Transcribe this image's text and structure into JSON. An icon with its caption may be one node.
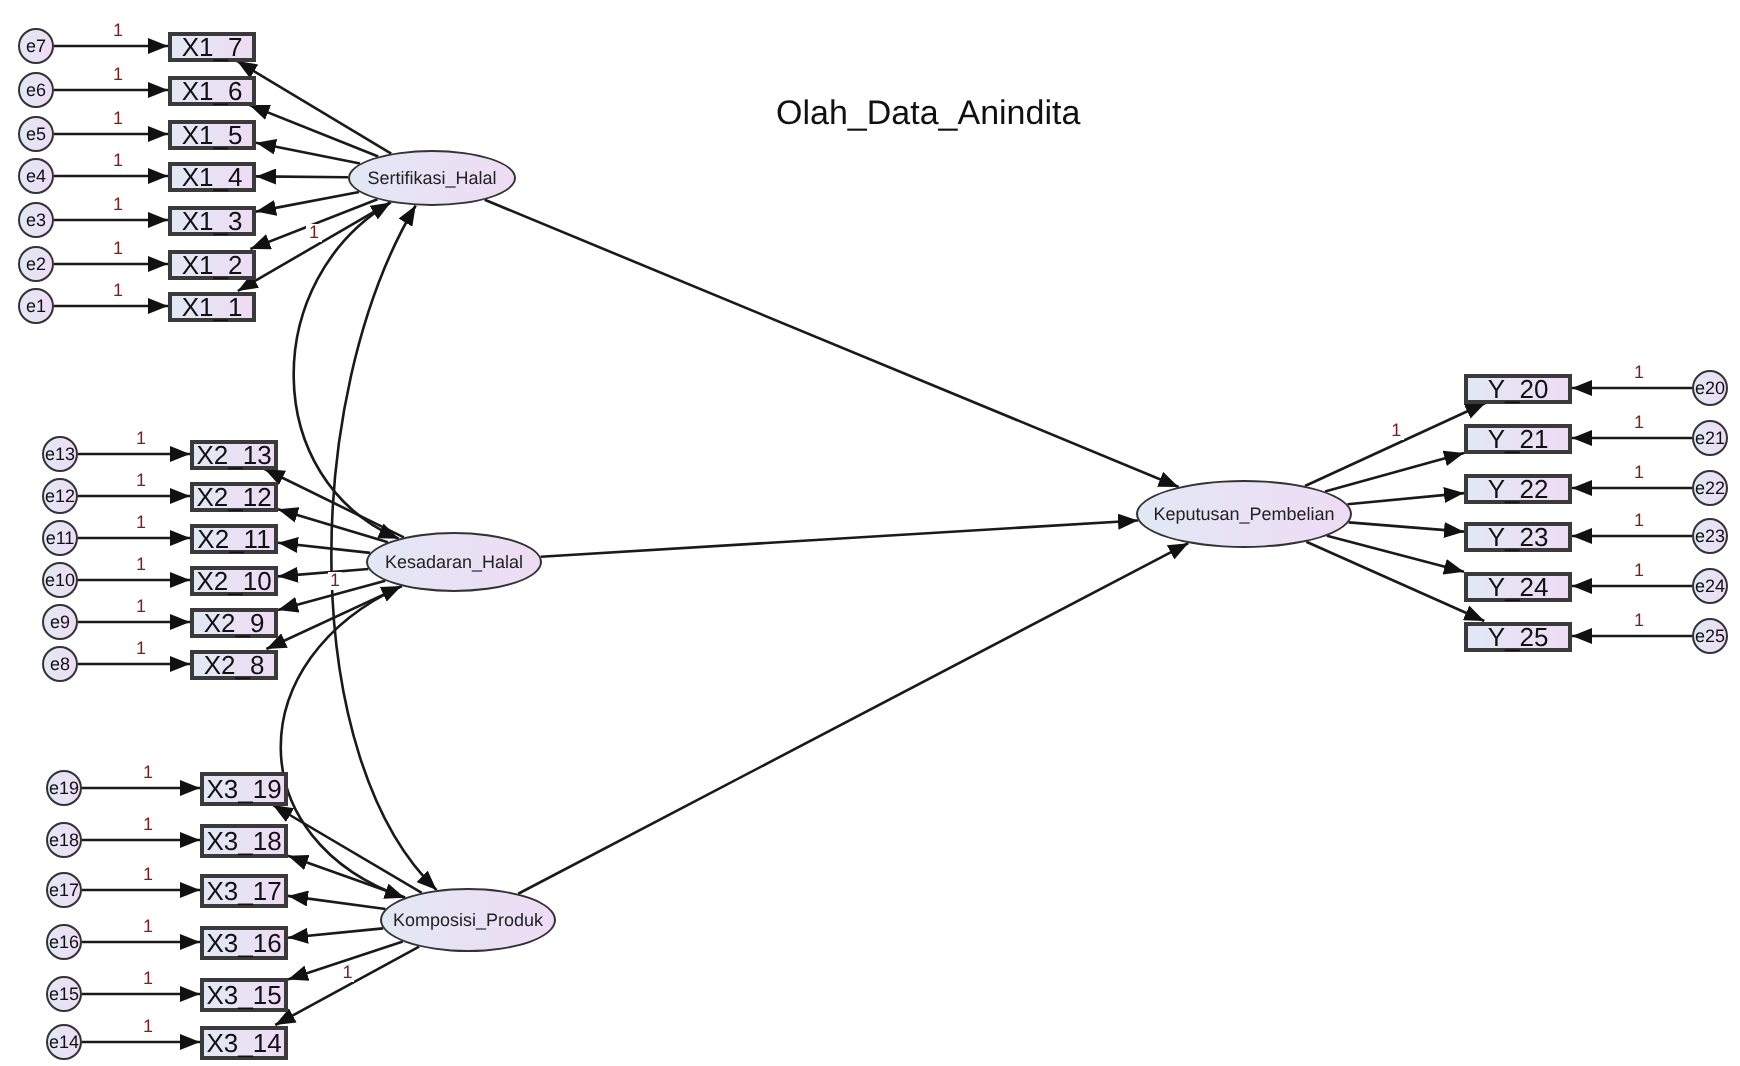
{
  "diagram": {
    "title": "Olah_Data_Anindita",
    "nodes": [
      {
        "text": [
          "Sertifikasi_Halal"
        ]
      },
      {
        "text": [
          "X1_7"
        ]
      },
      {
        "text": [
          "X1_6"
        ]
      },
      {
        "text": [
          "X1_5"
        ]
      },
      {
        "text": [
          "X1_4"
        ]
      },
      {
        "text": [
          "X1_3"
        ]
      },
      {
        "text": [
          "X1_2"
        ]
      },
      {
        "text": [
          "X1_1"
        ]
      },
      {
        "text": [
          "e7"
        ]
      },
      {
        "text": [
          "e6"
        ]
      },
      {
        "text": [
          "e5"
        ]
      },
      {
        "text": [
          "e4"
        ]
      },
      {
        "text": [
          "e3"
        ]
      },
      {
        "text": [
          "e2"
        ]
      },
      {
        "text": [
          "e1"
        ]
      },
      {
        "text": [
          "Kesadaran_Halal"
        ]
      },
      {
        "text": [
          "X2_13"
        ]
      },
      {
        "text": [
          "X2_12"
        ]
      },
      {
        "text": [
          "X2_11"
        ]
      },
      {
        "text": [
          "X2_10"
        ]
      },
      {
        "text": [
          "X2_9"
        ]
      },
      {
        "text": [
          "X2_8"
        ]
      },
      {
        "text": [
          "e13"
        ]
      },
      {
        "text": [
          "e12"
        ]
      },
      {
        "text": [
          "e11"
        ]
      },
      {
        "text": [
          "e10"
        ]
      },
      {
        "text": [
          "e9"
        ]
      },
      {
        "text": [
          "e8"
        ]
      },
      {
        "text": [
          "Komposisi_Produk"
        ]
      },
      {
        "text": [
          "X3_19"
        ]
      },
      {
        "text": [
          "X3_18"
        ]
      },
      {
        "text": [
          "X3_17"
        ]
      },
      {
        "text": [
          "X3_16"
        ]
      },
      {
        "text": [
          "X3_15"
        ]
      },
      {
        "text": [
          "X3_14"
        ]
      },
      {
        "text": [
          "e19"
        ]
      },
      {
        "text": [
          "e18"
        ]
      },
      {
        "text": [
          "e17"
        ]
      },
      {
        "text": [
          "e16"
        ]
      },
      {
        "text": [
          "e15"
        ]
      },
      {
        "text": [
          "e14"
        ]
      },
      {
        "text": [
          "Keputusan_Pembelian"
        ]
      },
      {
        "text": [
          "Y_20"
        ]
      },
      {
        "text": [
          "Y_21"
        ]
      },
      {
        "text": [
          "Y_22"
        ]
      },
      {
        "text": [
          "Y_23"
        ]
      },
      {
        "text": [
          "Y_24"
        ]
      },
      {
        "text": [
          "Y_25"
        ]
      },
      {
        "text": [
          "e20"
        ]
      },
      {
        "text": [
          "e21"
        ]
      },
      {
        "text": [
          "e22"
        ]
      },
      {
        "text": [
          "e23"
        ]
      },
      {
        "text": [
          "e24"
        ]
      },
      {
        "text": [
          "e25"
        ]
      }
    ],
    "edges": [
      {
        "from": 8,
        "to": 1,
        "arrow": "to",
        "label": "1"
      },
      {
        "from": 9,
        "to": 2,
        "arrow": "to",
        "label": "1"
      },
      {
        "from": 10,
        "to": 3,
        "arrow": "to",
        "label": "1"
      },
      {
        "from": 11,
        "to": 4,
        "arrow": "to",
        "label": "1"
      },
      {
        "from": 12,
        "to": 5,
        "arrow": "to",
        "label": "1"
      },
      {
        "from": 13,
        "to": 6,
        "arrow": "to",
        "label": "1"
      },
      {
        "from": 14,
        "to": 7,
        "arrow": "to",
        "label": "1"
      },
      {
        "from": 0,
        "to": 1,
        "arrow": "to"
      },
      {
        "from": 0,
        "to": 2,
        "arrow": "to"
      },
      {
        "from": 0,
        "to": 3,
        "arrow": "to"
      },
      {
        "from": 0,
        "to": 4,
        "arrow": "to"
      },
      {
        "from": 0,
        "to": 5,
        "arrow": "to"
      },
      {
        "from": 0,
        "to": 6,
        "arrow": "to"
      },
      {
        "from": 0,
        "to": 7,
        "arrow": "to",
        "label": "1"
      },
      {
        "from": 22,
        "to": 16,
        "arrow": "to",
        "label": "1"
      },
      {
        "from": 23,
        "to": 17,
        "arrow": "to",
        "label": "1"
      },
      {
        "from": 24,
        "to": 18,
        "arrow": "to",
        "label": "1"
      },
      {
        "from": 25,
        "to": 19,
        "arrow": "to",
        "label": "1"
      },
      {
        "from": 26,
        "to": 20,
        "arrow": "to",
        "label": "1"
      },
      {
        "from": 27,
        "to": 21,
        "arrow": "to",
        "label": "1"
      },
      {
        "from": 15,
        "to": 16,
        "arrow": "to"
      },
      {
        "from": 15,
        "to": 17,
        "arrow": "to"
      },
      {
        "from": 15,
        "to": 18,
        "arrow": "to"
      },
      {
        "from": 15,
        "to": 19,
        "arrow": "to"
      },
      {
        "from": 15,
        "to": 20,
        "arrow": "to",
        "label": "1"
      },
      {
        "from": 15,
        "to": 21,
        "arrow": "to"
      },
      {
        "from": 35,
        "to": 29,
        "arrow": "to",
        "label": "1"
      },
      {
        "from": 36,
        "to": 30,
        "arrow": "to",
        "label": "1"
      },
      {
        "from": 37,
        "to": 31,
        "arrow": "to",
        "label": "1"
      },
      {
        "from": 38,
        "to": 32,
        "arrow": "to",
        "label": "1"
      },
      {
        "from": 39,
        "to": 33,
        "arrow": "to",
        "label": "1"
      },
      {
        "from": 40,
        "to": 34,
        "arrow": "to",
        "label": "1"
      },
      {
        "from": 28,
        "to": 29,
        "arrow": "to"
      },
      {
        "from": 28,
        "to": 30,
        "arrow": "to"
      },
      {
        "from": 28,
        "to": 31,
        "arrow": "to"
      },
      {
        "from": 28,
        "to": 32,
        "arrow": "to"
      },
      {
        "from": 28,
        "to": 33,
        "arrow": "to"
      },
      {
        "from": 28,
        "to": 34,
        "arrow": "to",
        "label": "1"
      },
      {
        "from": 41,
        "to": 42,
        "arrow": "to",
        "label": "1"
      },
      {
        "from": 41,
        "to": 43,
        "arrow": "to"
      },
      {
        "from": 41,
        "to": 44,
        "arrow": "to"
      },
      {
        "from": 41,
        "to": 45,
        "arrow": "to"
      },
      {
        "from": 41,
        "to": 46,
        "arrow": "to"
      },
      {
        "from": 41,
        "to": 47,
        "arrow": "to"
      },
      {
        "from": 48,
        "to": 42,
        "arrow": "to",
        "label": "1"
      },
      {
        "from": 49,
        "to": 43,
        "arrow": "to",
        "label": "1"
      },
      {
        "from": 50,
        "to": 44,
        "arrow": "to",
        "label": "1"
      },
      {
        "from": 51,
        "to": 45,
        "arrow": "to",
        "label": "1"
      },
      {
        "from": 52,
        "to": 46,
        "arrow": "to",
        "label": "1"
      },
      {
        "from": 53,
        "to": 47,
        "arrow": "to",
        "label": "1"
      },
      {
        "from": 0,
        "to": 41,
        "arrow": "to"
      },
      {
        "from": 15,
        "to": 41,
        "arrow": "to"
      },
      {
        "from": 28,
        "to": 41,
        "arrow": "to"
      },
      {
        "from": 0,
        "to": 15,
        "arrow": "both"
      },
      {
        "from": 0,
        "to": 28,
        "arrow": "both"
      },
      {
        "from": 15,
        "to": 28,
        "arrow": "both"
      }
    ]
  }
}
